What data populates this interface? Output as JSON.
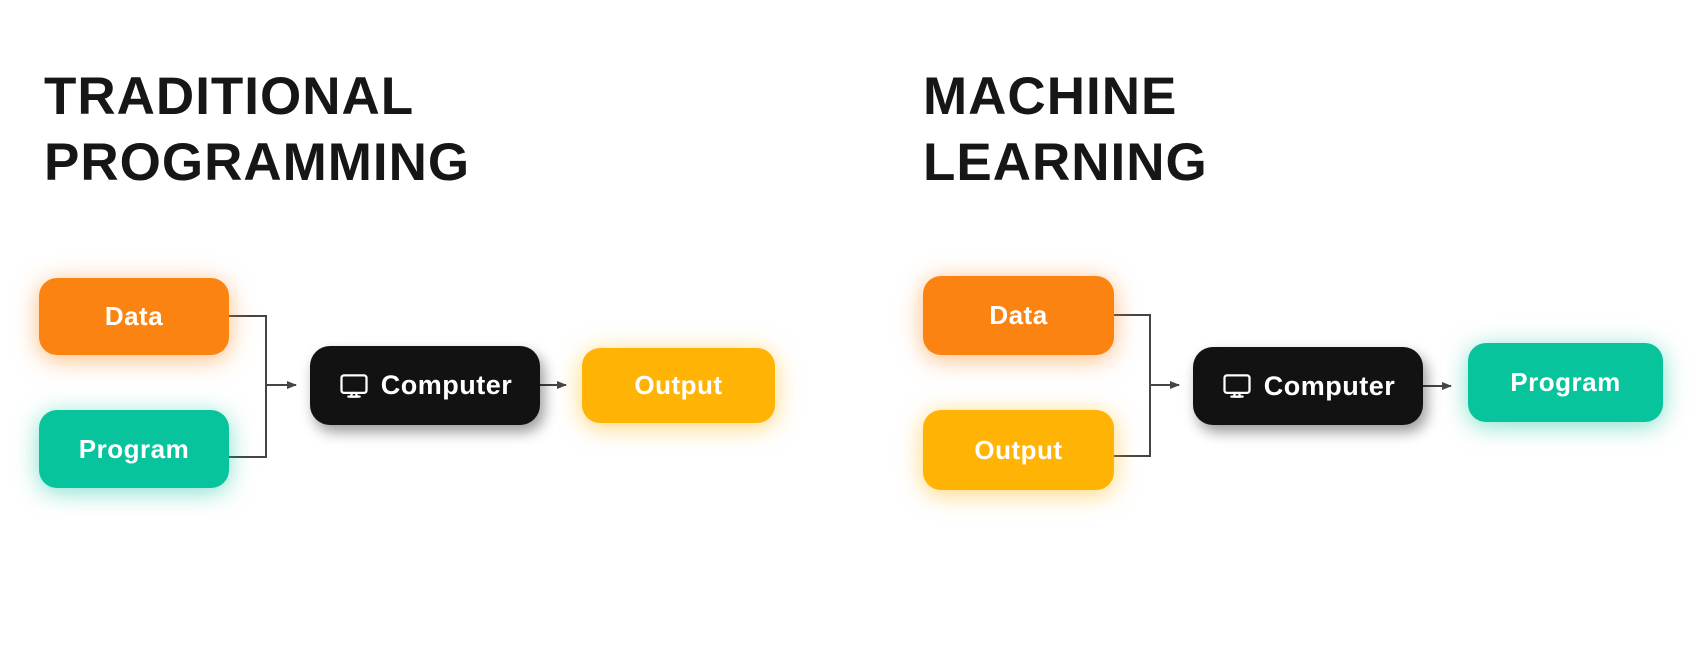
{
  "colors": {
    "orange": "#FB8312",
    "teal": "#07C49C",
    "yellow": "#FFB405",
    "black": "#121212",
    "line": "#454545",
    "title_text": "#161616",
    "node_text": "#FFFFFF"
  },
  "left_panel": {
    "title": "TRADITIONAL PROGRAMMING",
    "nodes": {
      "data": {
        "label": "Data"
      },
      "program": {
        "label": "Program"
      },
      "computer": {
        "label": "Computer",
        "icon": "monitor-icon"
      },
      "output": {
        "label": "Output"
      }
    }
  },
  "right_panel": {
    "title": "MACHINE LEARNING",
    "nodes": {
      "data": {
        "label": "Data"
      },
      "output": {
        "label": "Output"
      },
      "computer": {
        "label": "Computer",
        "icon": "monitor-icon"
      },
      "program": {
        "label": "Program"
      }
    }
  }
}
